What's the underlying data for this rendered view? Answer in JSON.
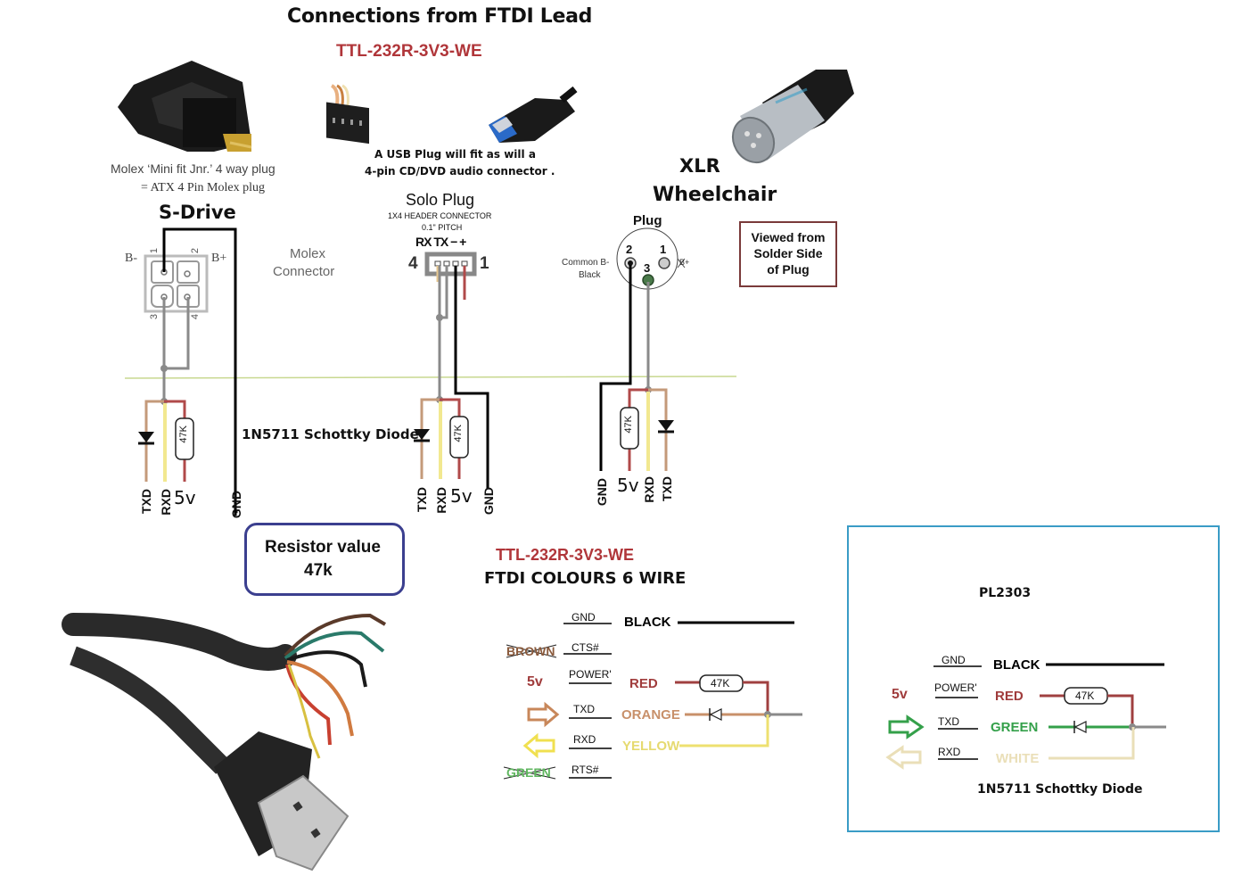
{
  "header": {
    "title": "Connections from FTDI Lead",
    "model": "TTL-232R-3V3-WE"
  },
  "molex_photo": {
    "caption_line1": "Molex ‘Mini fit Jnr.’ 4 way plug",
    "caption_line2": "=  ATX 4 Pin Molex  plug"
  },
  "usb_photo": {
    "caption_line1": "A USB Plug will fit as will a",
    "caption_line2": "4-pin CD/DVD audio connector ."
  },
  "s_drive": {
    "title": "S-Drive",
    "connector_label_line1": "Molex",
    "connector_label_line2": "Connector",
    "pin_labels": [
      "1",
      "2",
      "3",
      "4"
    ],
    "b_minus": "B-",
    "b_plus": "B+",
    "resistor": "47K",
    "pins_out": [
      "TXD",
      "RXD",
      "5v",
      "GND"
    ]
  },
  "solo_plug": {
    "title": "Solo Plug",
    "subtitle_line1": "1X4 HEADER CONNECTOR",
    "subtitle_line2": "0.1\" PITCH",
    "pin_functions": "RX TX − +",
    "pin_left": "4",
    "pin_right": "1",
    "diode_label": "1N5711 Schottky Diode",
    "resistor": "47K",
    "pins_out": [
      "TXD",
      "RXD",
      "5v",
      "GND"
    ]
  },
  "xlr": {
    "title_line1": "XLR",
    "title_line2": "Wheelchair",
    "plug_label": "Plug",
    "pin_numbers": [
      "2",
      "1",
      "3"
    ],
    "common_label_line1": "Common  B-",
    "common_label_line2": "Black",
    "b_plus": "B+",
    "view_note_line1": "Viewed from",
    "view_note_line2": "Solder Side",
    "view_note_line3": "of Plug",
    "resistor": "47K",
    "pins_out": [
      "GND",
      "5v",
      "RXD",
      "TXD"
    ]
  },
  "resistor_note": {
    "line1": "Resistor value",
    "line2": "47k"
  },
  "ftdi_table": {
    "model": "TTL-232R-3V3-WE",
    "title": "FTDI COLOURS 6 WIRE",
    "rows": [
      {
        "left": "",
        "signal": "GND",
        "colour": "BLACK",
        "colour_hex": "#000000",
        "unused": false
      },
      {
        "left": "BROWN",
        "signal": "CTS#",
        "colour": "",
        "colour_hex": "#8a5a3c",
        "unused": true
      },
      {
        "left": "5v",
        "signal": "POWER'",
        "colour": "RED",
        "colour_hex": "#a03c3c",
        "unused": false
      },
      {
        "left": "arrow-right",
        "signal": "TXD",
        "colour": "ORANGE",
        "colour_hex": "#c8875a",
        "unused": false
      },
      {
        "left": "arrow-left",
        "signal": "RXD",
        "colour": "YELLOW",
        "colour_hex": "#e8d850",
        "unused": false
      },
      {
        "left": "GREEN",
        "signal": "RTS#",
        "colour": "",
        "colour_hex": "#5fb65f",
        "unused": true
      }
    ],
    "resistor": "47K"
  },
  "pl2303": {
    "title": "PL2303",
    "rows": [
      {
        "left": "",
        "signal": "GND",
        "colour": "BLACK",
        "colour_hex": "#000000"
      },
      {
        "left": "5v",
        "signal": "POWER'",
        "colour": "RED",
        "colour_hex": "#a03c3c"
      },
      {
        "left": "arrow-right",
        "signal": "TXD",
        "colour": "GREEN",
        "colour_hex": "#34a04a"
      },
      {
        "left": "arrow-left",
        "signal": "RXD",
        "colour": "WHITE",
        "colour_hex": "#e8dcb0"
      }
    ],
    "resistor": "47K",
    "diode_label": "1N5711 Schottky Diode"
  },
  "colors": {
    "wire_grey": "#8a8a8a",
    "wire_red": "#a84040",
    "wire_orange": "#c08a6a",
    "wire_yellow": "#f2e890",
    "wire_black": "#000000",
    "model_red": "#b0363a",
    "box_blue": "#3b3f8f",
    "box_cyan": "#3a9cc6",
    "guide_line": "#c8d890"
  }
}
